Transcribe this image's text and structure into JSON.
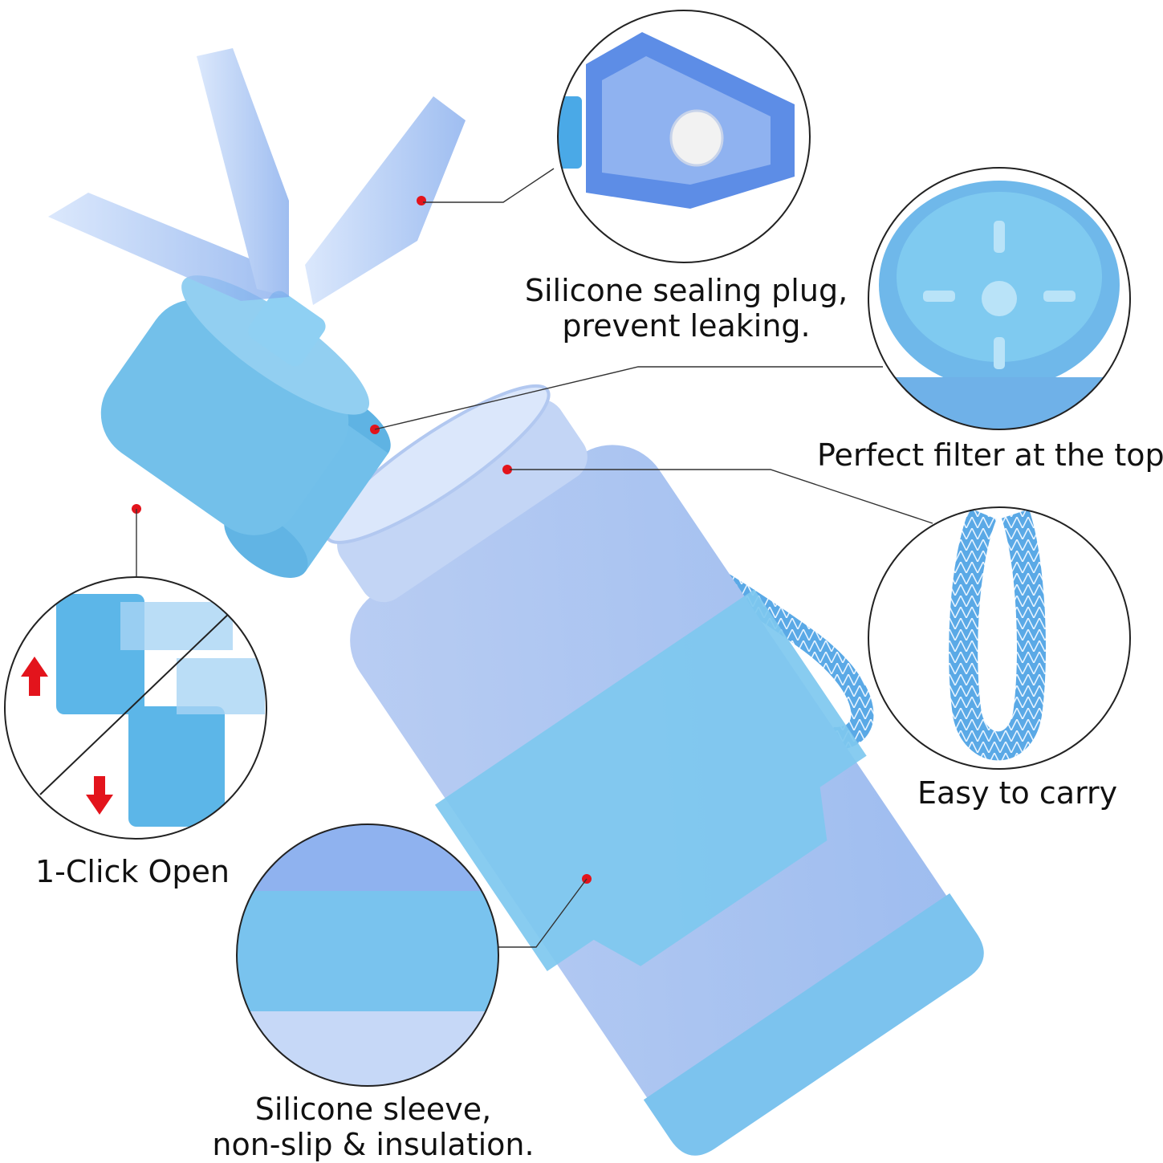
{
  "colors": {
    "bottle_body": "#a9c4f0",
    "sleeve": "#7cc6ee",
    "lid_blue": "#6fbde8",
    "flip_cap": "#a9c9f2",
    "callout_line": "#333333",
    "marker": "#e3141c",
    "arrow": "#e3141c"
  },
  "callouts": {
    "sealing_plug": {
      "line1": "Silicone sealing plug,",
      "line2": "prevent leaking."
    },
    "filter": {
      "text": "Perfect filter at the top."
    },
    "carry": {
      "text": "Easy to carry"
    },
    "click_open": {
      "text": "1-Click Open"
    },
    "sleeve": {
      "line1": "Silicone sleeve,",
      "line2": "non-slip & insulation."
    }
  },
  "icons": [
    "arrow-up-icon",
    "arrow-down-icon"
  ]
}
